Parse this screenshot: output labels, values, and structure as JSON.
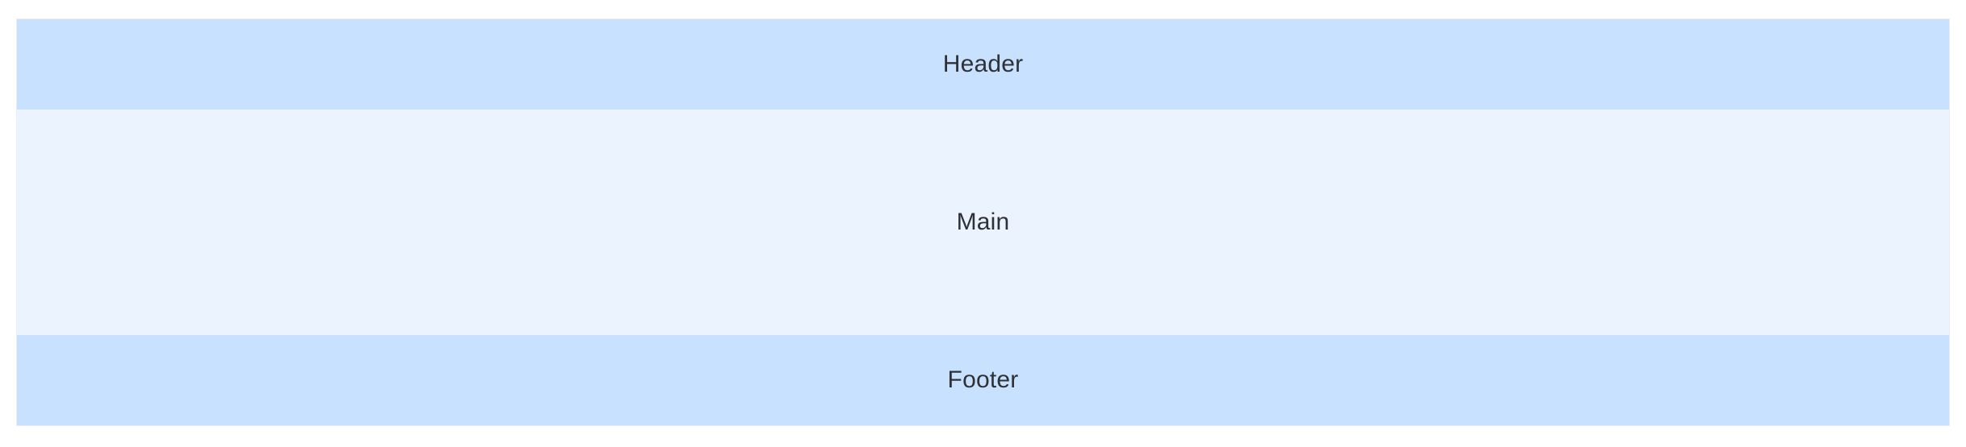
{
  "layout": {
    "header": {
      "label": "Header"
    },
    "main": {
      "label": "Main"
    },
    "footer": {
      "label": "Footer"
    }
  },
  "colors": {
    "header_background": "#c7e1fe",
    "main_background": "#ebf3ff",
    "footer_background": "#c7e1fe",
    "text": "#2f3136"
  }
}
